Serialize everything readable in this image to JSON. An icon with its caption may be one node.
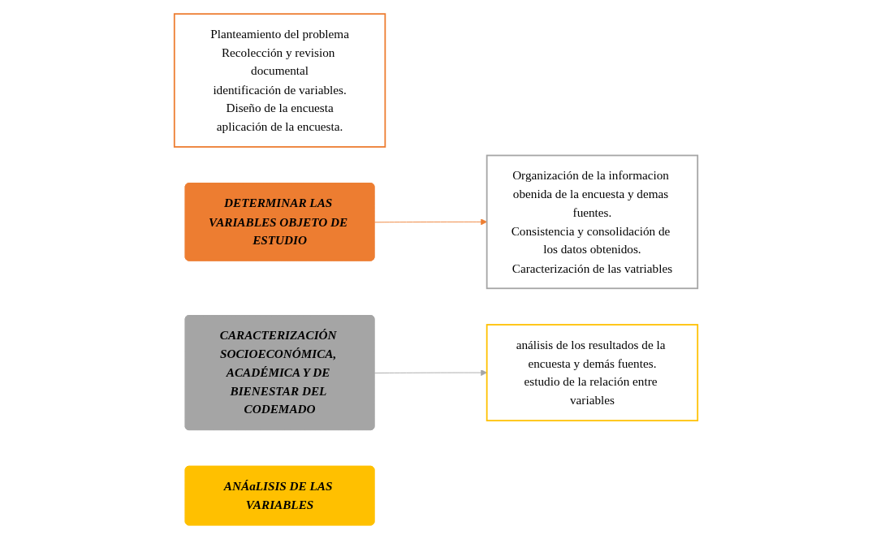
{
  "diagram": {
    "nodes": [
      {
        "text": [
          "Planteamiento del problema",
          "Recolección y revision documental",
          "identificación de variables.",
          "Diseño de la encuesta",
          "aplicación de la encuesta."
        ]
      },
      {
        "text": [
          "DETERMINAR LAS VARIABLES OBJETO DE ESTUDIO"
        ]
      },
      {
        "text": [
          "CARACTERIZACIÓN SOCIOECONÓMICA, ACADÉMICA Y DE BIENESTAR DEL CODEMADO"
        ]
      },
      {
        "text": [
          "Organización de la informacion obenida de la encuesta y demas fuentes.",
          "Consistencia y consolidación de los datos obtenidos.",
          "Caracterización de las vatriables"
        ]
      },
      {
        "text": [
          "análisis de los resultados de la encuesta y demás fuentes.",
          "estudio de la relación entre variables"
        ]
      },
      {
        "text": [
          "ANÁaLISIS DE LAS VARIABLES"
        ]
      }
    ],
    "edges": [
      {
        "from": 1,
        "to": 3,
        "arrow": "to",
        "color": "#ed7d31"
      },
      {
        "from": 2,
        "to": 4,
        "arrow": "to",
        "color": "#a5a5a5"
      }
    ]
  }
}
